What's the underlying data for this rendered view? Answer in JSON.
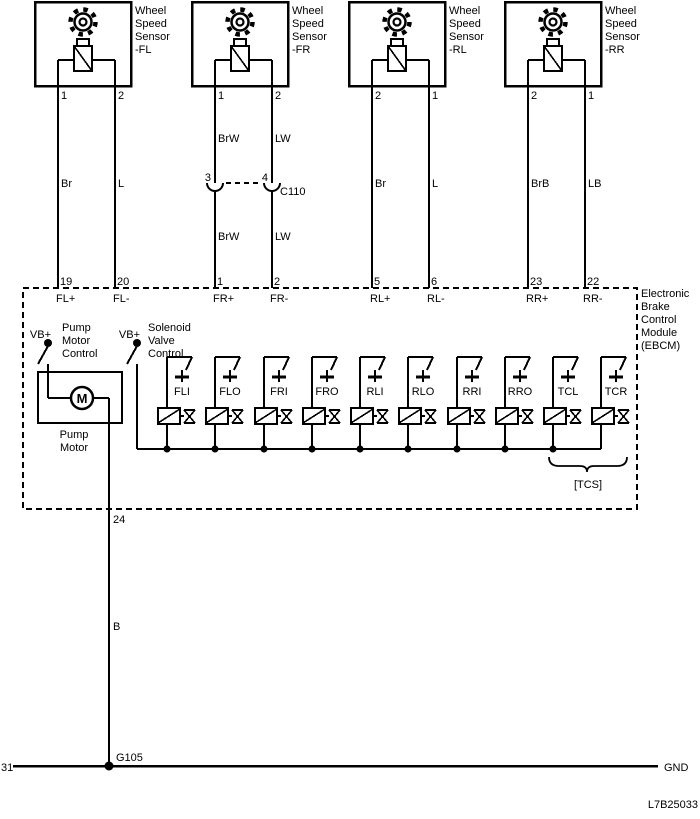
{
  "figure_id": "L7B25033",
  "sensors": [
    {
      "name_lines": [
        "Wheel",
        "Speed",
        "Sensor",
        "-FL"
      ],
      "pins": [
        "1",
        "2"
      ],
      "wire_labels": [
        "Br",
        "L"
      ],
      "ebcm_pins": [
        "19",
        "20"
      ],
      "ebcm_pin_labels": [
        "FL+",
        "FL-"
      ]
    },
    {
      "name_lines": [
        "Wheel",
        "Speed",
        "Sensor",
        "-FR"
      ],
      "pins": [
        "1",
        "2"
      ],
      "wire_labels_upper": [
        "BrW",
        "LW"
      ],
      "wire_labels_lower": [
        "BrW",
        "LW"
      ],
      "connector": {
        "id": "C110",
        "pins": [
          "3",
          "4"
        ]
      },
      "ebcm_pins": [
        "1",
        "2"
      ],
      "ebcm_pin_labels": [
        "FR+",
        "FR-"
      ]
    },
    {
      "name_lines": [
        "Wheel",
        "Speed",
        "Sensor",
        "-RL"
      ],
      "pins": [
        "2",
        "1"
      ],
      "wire_labels": [
        "Br",
        "L"
      ],
      "ebcm_pins": [
        "5",
        "6"
      ],
      "ebcm_pin_labels": [
        "RL+",
        "RL-"
      ]
    },
    {
      "name_lines": [
        "Wheel",
        "Speed",
        "Sensor",
        "-RR"
      ],
      "pins": [
        "2",
        "1"
      ],
      "wire_labels": [
        "BrB",
        "LB"
      ],
      "ebcm_pins": [
        "23",
        "22"
      ],
      "ebcm_pin_labels": [
        "RR+",
        "RR-"
      ]
    }
  ],
  "ebcm": {
    "module_label_lines": [
      "Electronic",
      "Brake",
      "Control",
      "Module",
      "(EBCM)"
    ],
    "pump_power_label": "VB+",
    "pump_control_lines": [
      "Pump",
      "Motor",
      "Control"
    ],
    "solenoid_power_label": "VB+",
    "solenoid_control_lines": [
      "Solenoid",
      "Valve",
      "Control"
    ],
    "pump_motor_symbol": "M",
    "pump_motor_label_lines": [
      "Pump",
      "Motor"
    ],
    "solenoid_labels": [
      "FLI",
      "FLO",
      "FRI",
      "FRO",
      "RLI",
      "RLO",
      "RRI",
      "RRO",
      "TCL",
      "TCR"
    ],
    "tcs_label": "[TCS]",
    "output_pin": "24"
  },
  "ground_circuit": {
    "wire_label": "B",
    "left_pin": "31",
    "ground_node": "G105",
    "right_label": "GND"
  },
  "colors": {
    "line": "#000000",
    "background": "#ffffff"
  }
}
